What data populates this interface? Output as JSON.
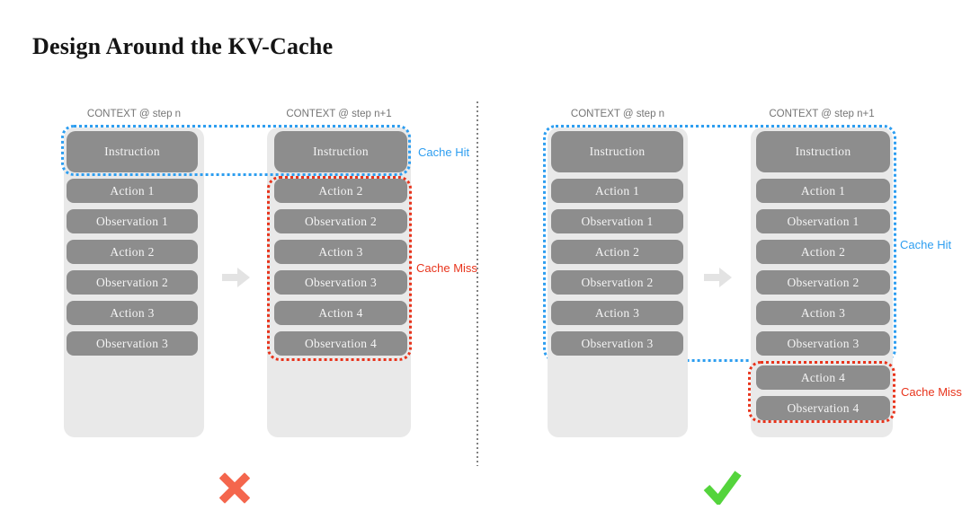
{
  "title": "Design Around the KV-Cache",
  "colors": {
    "blue": "#2e9ef0",
    "red": "#e8341c",
    "box_gray": "#8d8d8d",
    "box_text": "#f4f4f4",
    "column_bg": "#e9e9e9",
    "header_text": "#757575",
    "arrow_gray": "#e3e3e3",
    "cross_red": "#f4664d",
    "check_green": "#54d43c",
    "divider_gray": "#828282"
  },
  "panels": [
    {
      "name": "kv-cache-unfriendly",
      "verdict": "cross",
      "cache_hit_label": "Cache Hit",
      "cache_miss_label": "Cache Miss",
      "columns": [
        {
          "header": "CONTEXT @ step n",
          "boxes": [
            "Instruction",
            "Action 1",
            "Observation 1",
            "Action 2",
            "Observation 2",
            "Action 3",
            "Observation 3"
          ]
        },
        {
          "header": "CONTEXT @ step n+1",
          "boxes": [
            "Instruction",
            "Action 2",
            "Observation 2",
            "Action 3",
            "Observation 3",
            "Action 4",
            "Observation 4"
          ]
        }
      ]
    },
    {
      "name": "kv-cache-friendly",
      "verdict": "check",
      "cache_hit_label": "Cache Hit",
      "cache_miss_label": "Cache Miss",
      "columns": [
        {
          "header": "CONTEXT @ step n",
          "boxes": [
            "Instruction",
            "Action 1",
            "Observation 1",
            "Action 2",
            "Observation 2",
            "Action 3",
            "Observation 3"
          ]
        },
        {
          "header": "CONTEXT @ step n+1",
          "boxes": [
            "Instruction",
            "Action 1",
            "Observation 1",
            "Action 2",
            "Observation 2",
            "Action 3",
            "Observation 3",
            "Action 4",
            "Observation 4"
          ]
        }
      ]
    }
  ]
}
